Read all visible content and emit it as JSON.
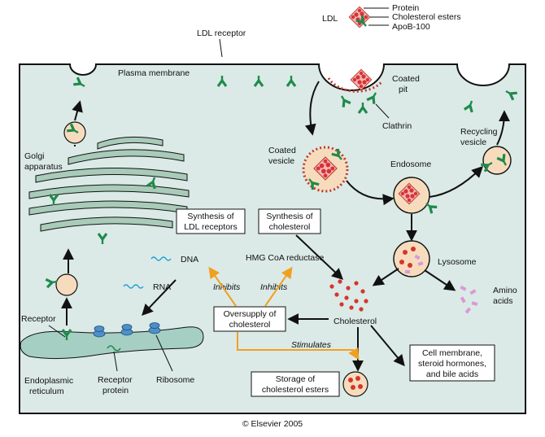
{
  "legend": {
    "prefix": "LDL",
    "items": [
      "Protein",
      "Cholesterol esters",
      "ApoB-100"
    ]
  },
  "labels": {
    "ldl_receptor": "LDL receptor",
    "plasma_membrane": "Plasma membrane",
    "coated_pit": [
      "Coated",
      "pit"
    ],
    "clathrin": "Clathrin",
    "coated_vesicle": [
      "Coated",
      "vesicle"
    ],
    "endosome": "Endosome",
    "recycling_vesicle": [
      "Recycling",
      "vesicle"
    ],
    "golgi": [
      "Golgi",
      "apparatus"
    ],
    "lysosome": "Lysosome",
    "amino_acids": [
      "Amino",
      "acids"
    ],
    "dna": "DNA",
    "rna": "RNA",
    "hmg": "HMG CoA reductase",
    "cholesterol": "Cholesterol",
    "receptor": "Receptor",
    "er": [
      "Endoplasmic",
      "reticulum"
    ],
    "receptor_protein": [
      "Receptor",
      "protein"
    ],
    "ribosome": "Ribosome",
    "inhibits": "Inhibits",
    "stimulates": "Stimulates"
  },
  "boxes": {
    "synth_ldl": [
      "Synthesis of",
      "LDL receptors"
    ],
    "synth_chol": [
      "Synthesis of",
      "cholesterol"
    ],
    "oversupply": [
      "Oversupply of",
      "cholesterol"
    ],
    "storage": [
      "Storage of",
      "cholesterol esters"
    ],
    "cell_membrane": [
      "Cell membrane,",
      "steroid hormones,",
      "and bile acids"
    ]
  },
  "copyright": "© Elsevier 2005",
  "colors": {
    "cell_fill": "#dbeae7",
    "receptor_green": "#1f8a4c",
    "ldl_red": "#d8342c",
    "ldl_pink": "#f2b8c2",
    "vesicle_fill": "#f6dcbd",
    "golgi_fill": "#a9cbb9",
    "er_fill": "#a6cfc4",
    "ribosome_blue": "#4e8fc8",
    "arrow_orange": "#f0a020",
    "amino_pink": "#d99ad8"
  }
}
